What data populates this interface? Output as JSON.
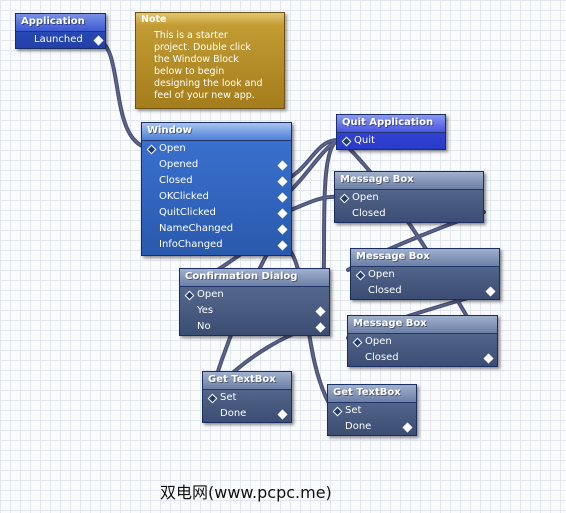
{
  "blocks": {
    "application": {
      "title": "Application",
      "ports": [
        "Launched"
      ]
    },
    "note": {
      "title": "Note",
      "text": "This is a starter\nproject.  Double click\nthe Window Block\nbelow to begin\ndesigning the look and\nfeel of your new app."
    },
    "window": {
      "title": "Window",
      "ports": [
        "Open",
        "Opened",
        "Closed",
        "OKClicked",
        "QuitClicked",
        "NameChanged",
        "InfoChanged"
      ]
    },
    "quit_application": {
      "title": "Quit Application",
      "ports": [
        "Quit"
      ]
    },
    "message_box_1": {
      "title": "Message Box",
      "ports": [
        "Open",
        "Closed"
      ]
    },
    "message_box_2": {
      "title": "Message Box",
      "ports": [
        "Open",
        "Closed"
      ]
    },
    "message_box_3": {
      "title": "Message Box",
      "ports": [
        "Open",
        "Closed"
      ]
    },
    "confirmation_dialog": {
      "title": "Confirmation Dialog",
      "ports": [
        "Open",
        "Yes",
        "No"
      ]
    },
    "get_textbox_1": {
      "title": "Get TextBox",
      "ports": [
        "Set",
        "Done"
      ]
    },
    "get_textbox_2": {
      "title": "Get TextBox",
      "ports": [
        "Set",
        "Done"
      ]
    }
  },
  "watermark": "双电网(www.pcpc.me)",
  "colors": {
    "wire": "#454d78",
    "block_blue": "#2440a8",
    "block_window": "#2a59ad",
    "block_slate": "#3b4d72",
    "note": "#b08a24"
  }
}
